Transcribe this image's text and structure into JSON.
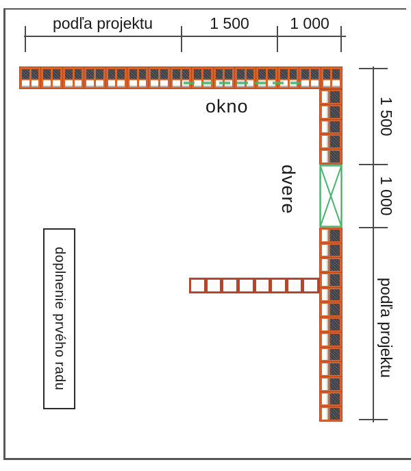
{
  "diagram_title": "first-course-bricklaying-plan",
  "dimensions": {
    "top": {
      "segments": [
        {
          "label": "podľa projektu"
        },
        {
          "label": "1 500"
        },
        {
          "label": "1 000"
        }
      ]
    },
    "right": {
      "segments": [
        {
          "label": "1 500"
        },
        {
          "label": "1 000"
        },
        {
          "label": "podľa projektu"
        }
      ]
    }
  },
  "labels": {
    "window": "okno",
    "door": "dvere",
    "note": "doplnenie prvého radu"
  },
  "walls": {
    "top_wall": {
      "brick_count": 15,
      "style": "filled"
    },
    "right_wall_upper": {
      "brick_count": 5,
      "style": "filled"
    },
    "right_wall_lower": {
      "brick_count": 13,
      "style": "filled"
    },
    "middle_wall": {
      "cell_count": 8,
      "style": "outline"
    }
  },
  "colors": {
    "brick_orange": "#d7632c",
    "brick_edge": "#b54423",
    "core_dark": "#3f4043",
    "cell_white": "#fcfcfc",
    "opening_green": "#48b46a",
    "outline_red": "#b3462b",
    "dimension_line": "#4b4b4d",
    "frame_border": "#57575a",
    "text": "#1a1a1a"
  }
}
